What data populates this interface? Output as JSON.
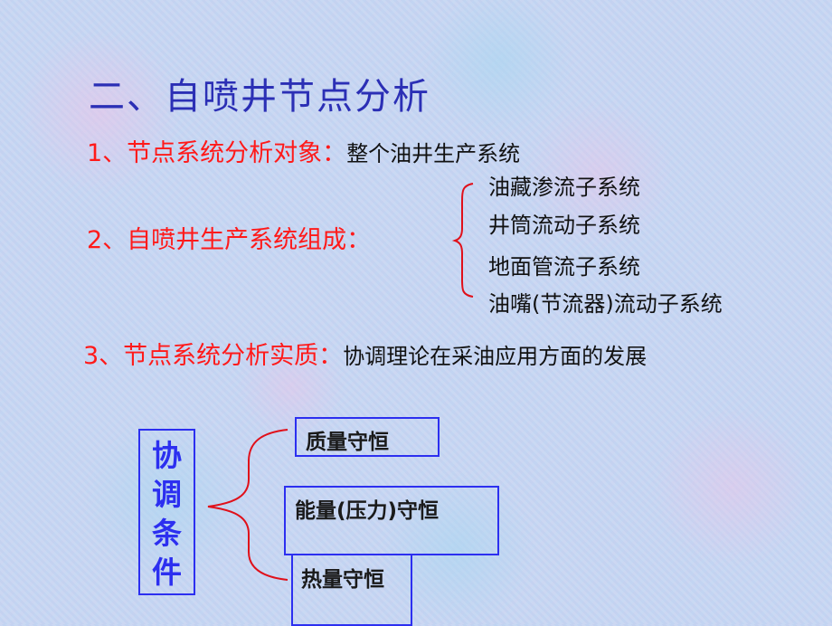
{
  "slide": {
    "title": "二、自喷井节点分析",
    "items": [
      {
        "label": "1、节点系统分析对象：",
        "value": "整个油井生产系统"
      },
      {
        "label": "2、自喷井生产系统组成：",
        "subsystems": [
          "油藏渗流子系统",
          "井筒流动子系统",
          "地面管流子系统",
          "油嘴(节流器)流动子系统"
        ]
      },
      {
        "label": "3、节点系统分析实质：",
        "value": "协调理论在采油应用方面的发展"
      }
    ],
    "diagram": {
      "root_chars": [
        "协",
        "调",
        "条",
        "件"
      ],
      "root_label": "协调条件",
      "branches": [
        "质量守恒",
        "能量(压力)守恒",
        "热量守恒"
      ]
    }
  },
  "colors": {
    "title": "#2b2fb5",
    "label_red": "#ff1a1a",
    "text_black": "#111111",
    "box_border": "#2c2ff0",
    "brace_red": "#e0101a"
  }
}
